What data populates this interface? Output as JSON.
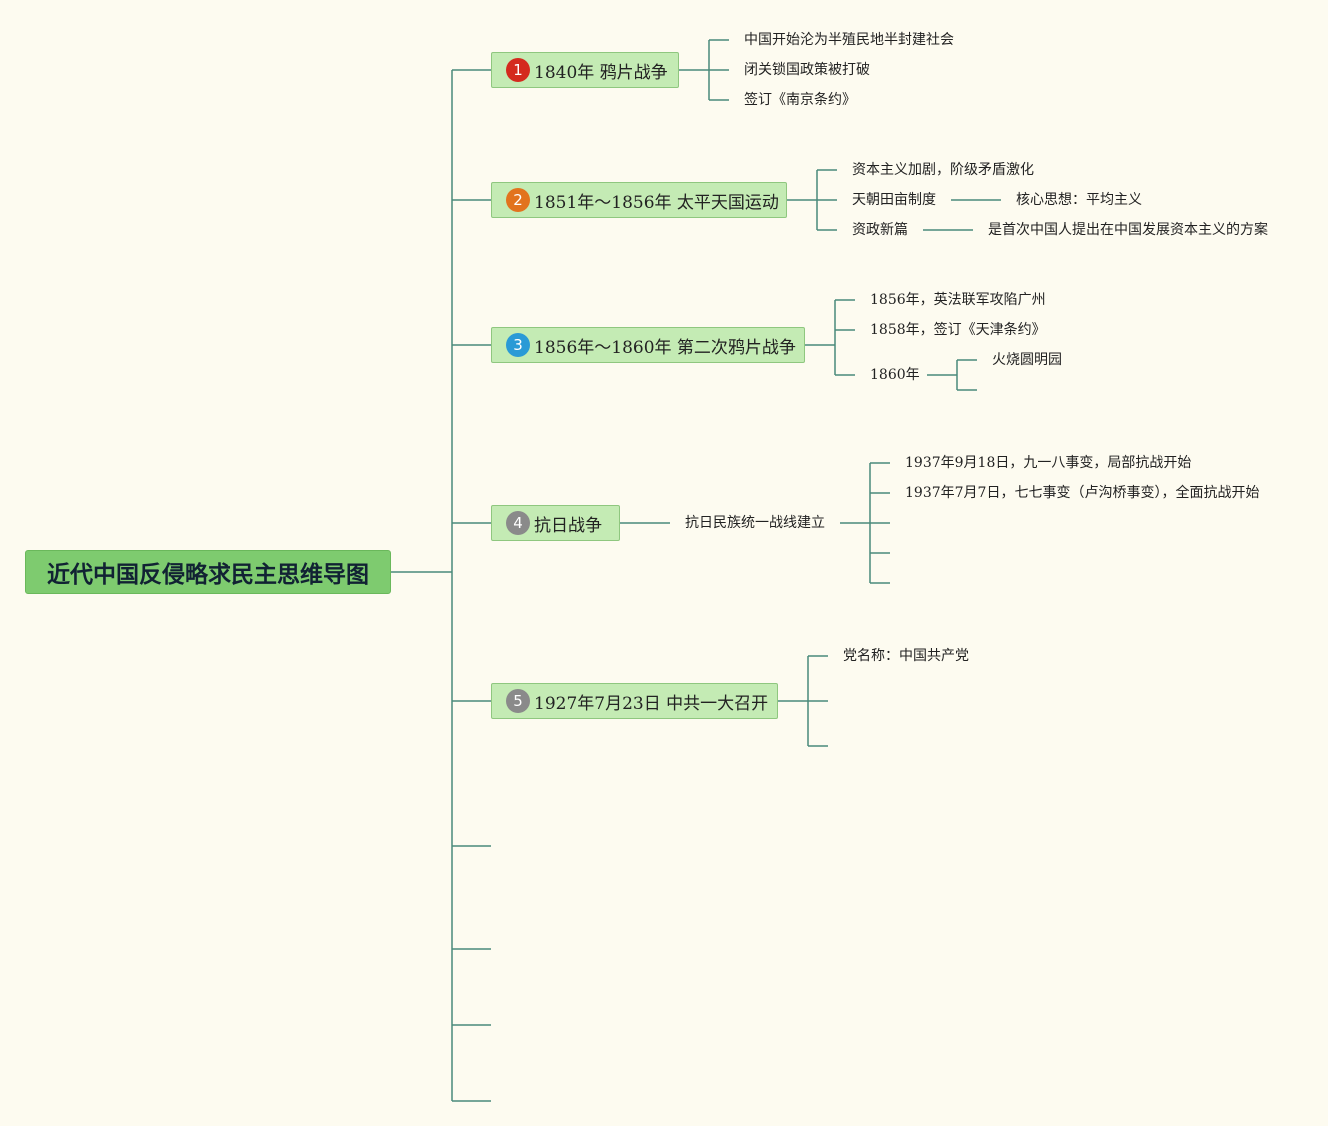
{
  "colors": {
    "background": "#fdfbf0",
    "line": "#4a8a7a",
    "root_fill": "#7ecb6f",
    "topic_fill": "#c4ebb4"
  },
  "root": {
    "label": "近代中国反侵略求民主思维导图"
  },
  "topics": [
    {
      "badge": "1",
      "badge_color": "#d42a1e",
      "label": "1840年 鸦片战争",
      "items": [
        "中国开始沦为半殖民地半封建社会",
        "闭关锁国政策被打破",
        "签订《南京条约》"
      ]
    },
    {
      "badge": "2",
      "badge_color": "#e2731e",
      "label": "1851年～1856年 太平天国运动",
      "items": [
        "资本主义加剧，阶级矛盾激化",
        "天朝田亩制度",
        "核心思想：平均主义",
        "资政新篇",
        "是首次中国人提出在中国发展资本主义的方案"
      ]
    },
    {
      "badge": "3",
      "badge_color": "#2a9ad6",
      "label": "1856年～1860年 第二次鸦片战争",
      "items": [
        "1856年，英法联军攻陷广州",
        "1858年，签订《天津条约》",
        "1860年",
        "火烧圆明园"
      ]
    },
    {
      "badge": "4",
      "badge_color": "#8a8a8a",
      "label": "抗日战争",
      "items": [
        "抗日民族统一战线建立",
        "1937年9月18日，九一八事变，局部抗战开始",
        "1937年7月7日，七七事变（卢沟桥事变），全面抗战开始"
      ]
    },
    {
      "badge": "5",
      "badge_color": "#8a8a8a",
      "label": "1927年7月23日 中共一大召开",
      "items": [
        "党名称：中国共产党"
      ]
    }
  ]
}
